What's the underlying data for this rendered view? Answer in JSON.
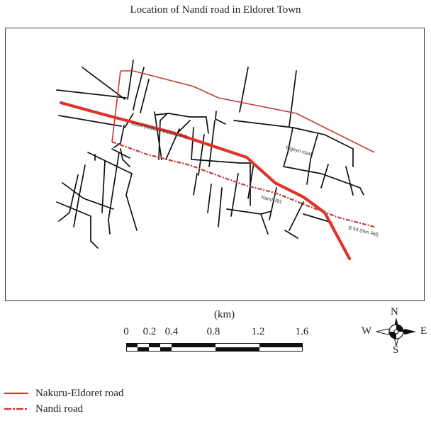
{
  "title": "Location of Nandi road in Eldoret Town",
  "map": {
    "road_labels": {
      "a104": "A104 (Nakuru-Eldoret Rd)",
      "elgeyo": "Elgeyo road",
      "nandi": "Nandi Rd",
      "b54": "B 54 (Iten Rd)"
    },
    "colors": {
      "main_road": "#e0342a",
      "nandi_road": "#c23b3b",
      "streets": "#111111"
    }
  },
  "scale": {
    "unit": "(km)",
    "ticks": [
      "0",
      "0.2",
      "0.4",
      "0.8",
      "1.2",
      "1.6"
    ]
  },
  "compass": {
    "north": "N",
    "south": "S",
    "east": "E",
    "west": "W"
  },
  "legend": [
    {
      "label": "Nakuru-Eldoret road",
      "color": "#e0342a",
      "style": "solid"
    },
    {
      "label": "Nandi road",
      "color": "#c23b3b",
      "style": "dashed"
    }
  ]
}
